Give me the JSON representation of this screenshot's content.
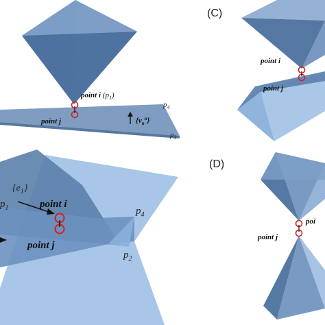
{
  "panels": {
    "C": "(C)",
    "D": "(D)"
  },
  "panel_a": {
    "point_i_main": "point ",
    "point_i_bold": "i",
    "point_i_paren": " (p",
    "point_i_sub": "1",
    "point_i_close": ")",
    "point_j": "point ",
    "point_j_bold": "j",
    "p4": "p",
    "p4_sub": "4",
    "p3": "p",
    "p3_sub": "3",
    "vn": "{v",
    "vn_sub": "n",
    "vn_sup": "α",
    "vn_close": "}"
  },
  "panel_b": {
    "e1": "{e",
    "e1_sub": "1",
    "e1_close": "}",
    "p1": "p",
    "p1_sub": "1",
    "point_i": "point i",
    "point_j": "point j",
    "p4": "p",
    "p4_sub": "4",
    "p2": "p",
    "p2_sub": "2"
  },
  "panel_c": {
    "point_i": "point i",
    "point_j": "point j"
  },
  "panel_d": {
    "point_i": "poi",
    "point_j": "point j"
  },
  "colors": {
    "face_dark": "#4f74a0",
    "face_mid": "#6b8fbb",
    "face_light": "#8fb0d6",
    "face_pale": "#a9c6e6",
    "contact_marker": "#d42020"
  }
}
